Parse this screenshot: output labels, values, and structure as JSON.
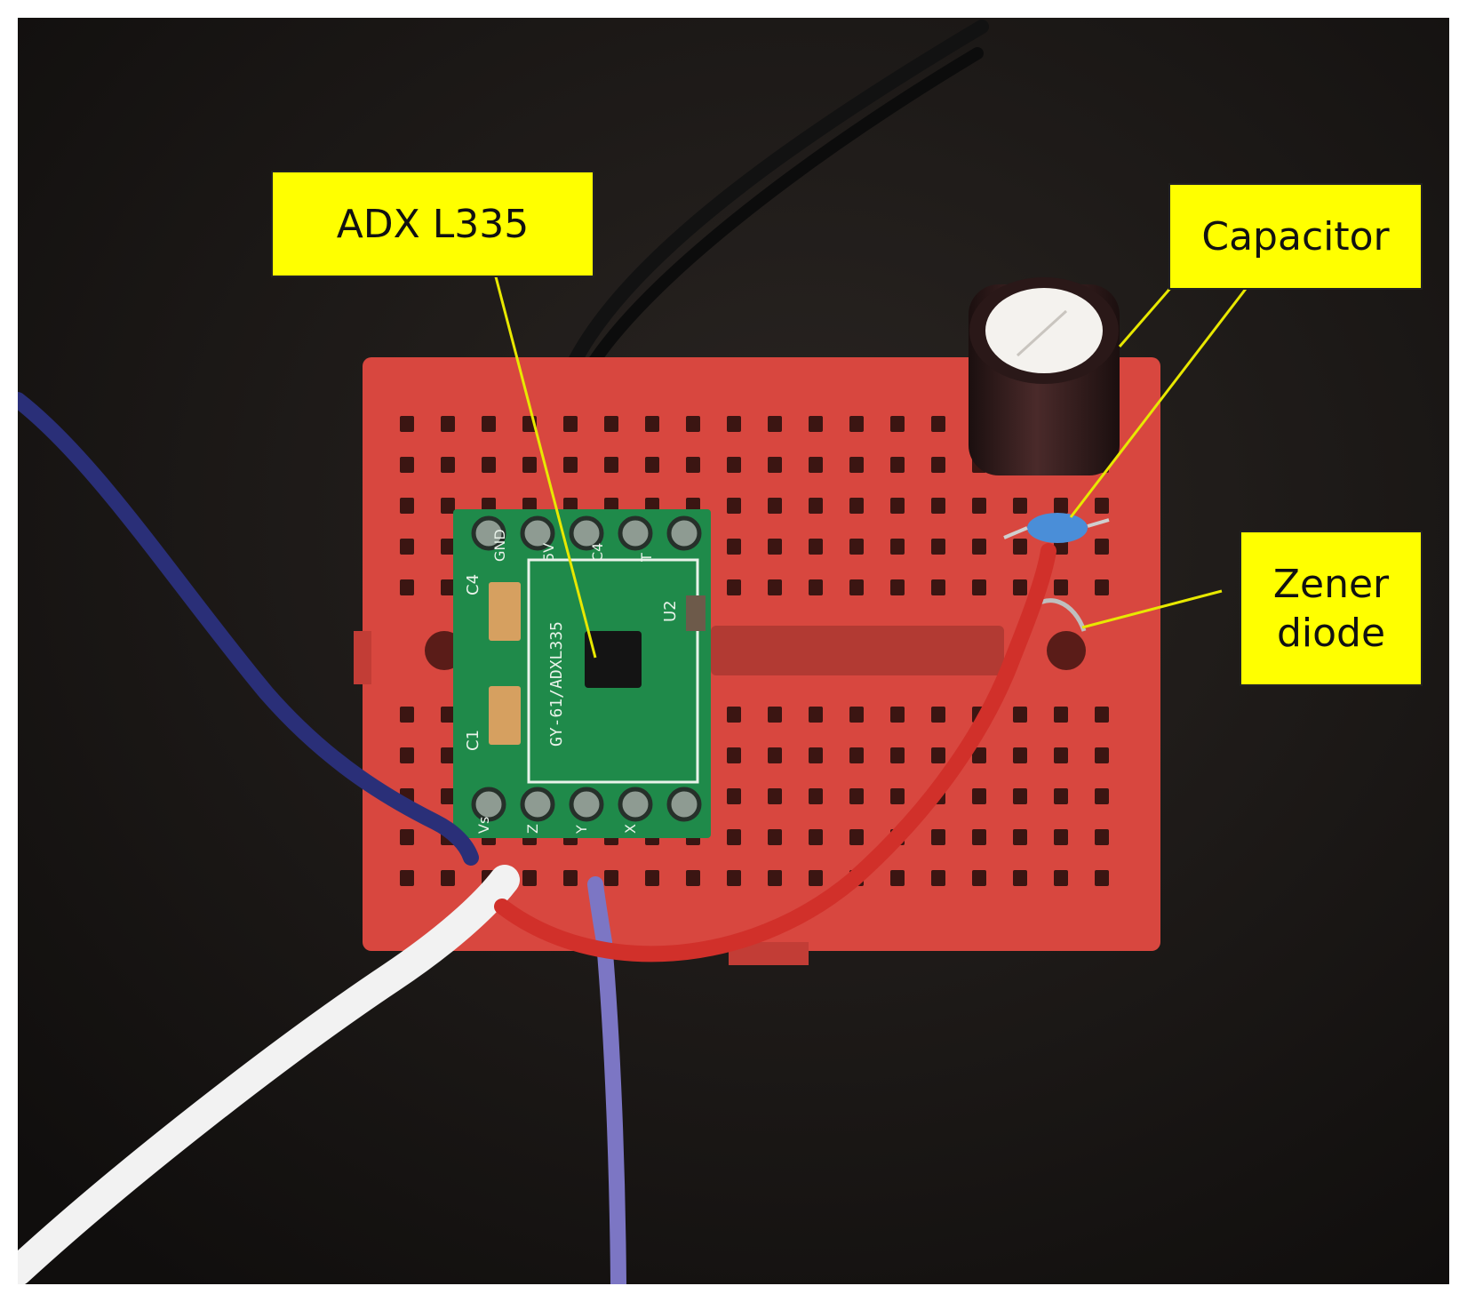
{
  "figure": {
    "labels": {
      "accelerometer": "ADX L335",
      "capacitor": "Capacitor",
      "zener_line1": "Zener",
      "zener_line2": "diode"
    },
    "board_markings": {
      "pins_top": [
        "GND",
        "5V",
        "C4",
        "T"
      ],
      "pins_bottom": [
        "Vs",
        "Z",
        "Y",
        "X"
      ],
      "chip_text": "GY-61/ADXL335",
      "refdes": [
        "C1",
        "C4",
        "U2"
      ]
    },
    "colors": {
      "background": "#1b1816",
      "breadboard": "#d8473f",
      "module_pcb": "#1f8a4a",
      "callout_fill": "#ffff00",
      "leader_line": "#e8e800",
      "wire_black": "#121212",
      "wire_red": "#d1302a",
      "wire_blue": "#2a2f78",
      "wire_white": "#f2f2f2",
      "wire_lavender": "#7c76c4"
    }
  }
}
